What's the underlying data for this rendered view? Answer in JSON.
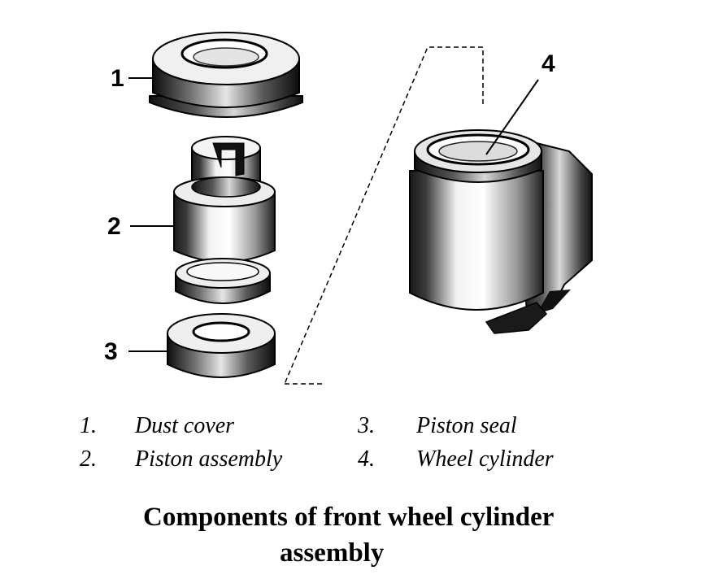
{
  "callouts": {
    "c1": "1",
    "c2": "2",
    "c3": "3",
    "c4": "4"
  },
  "legend": [
    {
      "num": "1.",
      "text": "Dust cover"
    },
    {
      "num": "2.",
      "text": "Piston assembly"
    },
    {
      "num": "3.",
      "text": "Piston seal"
    },
    {
      "num": "4.",
      "text": "Wheel cylinder"
    }
  ],
  "caption": {
    "line1": "Components of front wheel cylinder",
    "line2": "assembly"
  }
}
